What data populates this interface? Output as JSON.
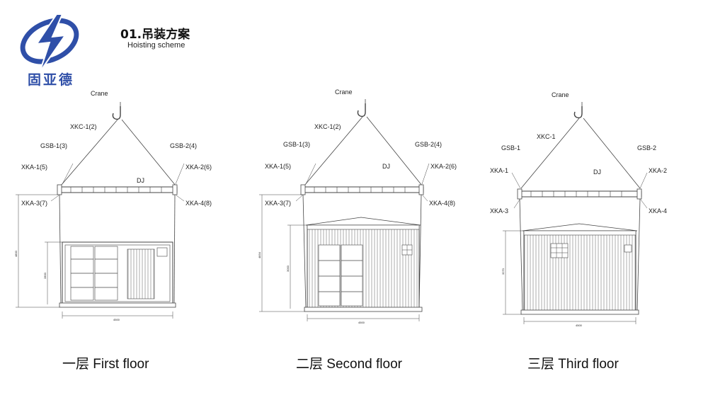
{
  "header": {
    "logo_text": "固亚德",
    "title": "01.吊装方案",
    "subtitle": "Hoisting scheme"
  },
  "colors": {
    "brand_blue": "#2f4fa8",
    "line": "#444444"
  },
  "diagrams": [
    {
      "caption": "一层 First floor",
      "labels": {
        "crane": "Crane",
        "xkc": "XKC-1(2)",
        "gsb_left": "GSB-1(3)",
        "gsb_right": "GSB-2(4)",
        "xka_top_left": "XKA-1(5)",
        "xka_top_right": "XKA-2(6)",
        "xka_bottom_left": "XKA-3(7)",
        "xka_bottom_right": "XKA-4(8)",
        "dj": "DJ"
      },
      "dims": {
        "height_total": "4800",
        "height_box": "2800",
        "width": "4500"
      }
    },
    {
      "caption": "二层 Second floor",
      "labels": {
        "crane": "Crane",
        "xkc": "XKC-1(2)",
        "gsb_left": "GSB-1(3)",
        "gsb_right": "GSB-2(4)",
        "xka_top_left": "XKA-1(5)",
        "xka_top_right": "XKA-2(6)",
        "xka_bottom_left": "XKA-3(7)",
        "xka_bottom_right": "XKA-4(8)",
        "dj": "DJ"
      },
      "dims": {
        "height_total": "4834",
        "height_box": "3000",
        "width": "4500"
      }
    },
    {
      "caption": "三层 Third floor",
      "labels": {
        "crane": "Crane",
        "xkc": "XKC-1",
        "gsb_left": "GSB-1",
        "gsb_right": "GSB-2",
        "xka_top_left": "XKA-1",
        "xka_top_right": "XKA-2",
        "xka_bottom_left": "XKA-3",
        "xka_bottom_right": "XKA-4",
        "dj": "DJ"
      },
      "dims": {
        "height_box": "3270",
        "width": "4500"
      }
    }
  ]
}
